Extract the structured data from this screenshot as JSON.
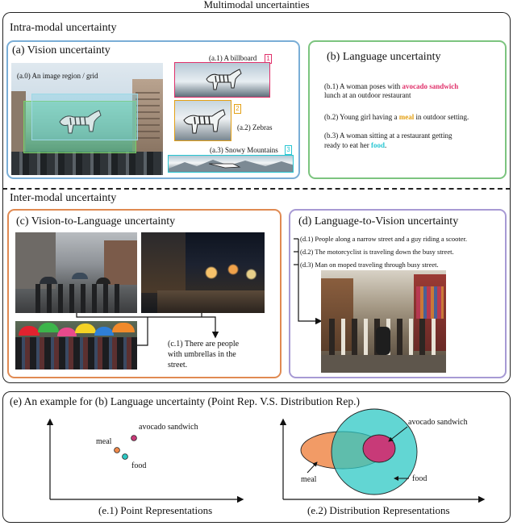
{
  "title": "Multimodal uncertainties",
  "intra": {
    "heading": "Intra-modal uncertainty",
    "vision": {
      "heading": "(a) Vision uncertainty",
      "region_label": "(a.0) An image region / grid",
      "crop1_label": "(a.1) A billboard",
      "crop1_num": "1",
      "crop2_label": "(a.2) Zebras",
      "crop2_num": "2",
      "crop3_label": "(a.3) Snowy Mountains",
      "crop3_num": "3"
    },
    "language": {
      "heading": "(b) Language uncertainty",
      "b1_pre": "(b.1) A woman poses with ",
      "b1_hl": "avocado sandwich",
      "b1_post": "lunch at an outdoor restaurant",
      "b2_pre": "(b.2) Young girl having a ",
      "b2_hl": "meal",
      "b2_post": " in outdoor setting.",
      "b3_pre": "(b.3) A woman sitting at a restaurant getting",
      "b3_line2": "ready to eat her ",
      "b3_hl": "food",
      "b3_post": "."
    }
  },
  "inter": {
    "heading": "Inter-modal uncertainty",
    "v2l": {
      "heading": "(c) Vision-to-Language uncertainty",
      "caption_l1": "(c.1) There are people",
      "caption_l2": "with umbrellas in the",
      "caption_l3": "street."
    },
    "l2v": {
      "heading": "(d) Language-to-Vision uncertainty",
      "d1": "(d.1) People along a narrow street and a guy riding a scooter.",
      "d2": "(d.2) The motorcyclist is traveling down the busy street.",
      "d3": "(d.3) Man on moped traveling through busy street."
    }
  },
  "example": {
    "heading": "(e) An example for (b) Language uncertainty (Point Rep. V.S. Distribution Rep.)",
    "point": {
      "caption": "(e.1) Point Representations",
      "avocado": "avocado sandwich",
      "meal": "meal",
      "food": "food"
    },
    "dist": {
      "caption": "(e.2) Distribution Representations",
      "avocado": "avocado sandwich",
      "meal": "meal",
      "food": "food"
    }
  },
  "colors": {
    "vision_border": "#7aaed6",
    "language_border": "#7cc47f",
    "v2l_border": "#e08a52",
    "l2v_border": "#a79ad4",
    "avocado": "#c83a78",
    "meal": "#f08a4b",
    "food": "#2ec8c4",
    "tag1": "#e0306a",
    "tag2": "#e3a015",
    "tag3": "#28c6d2"
  }
}
